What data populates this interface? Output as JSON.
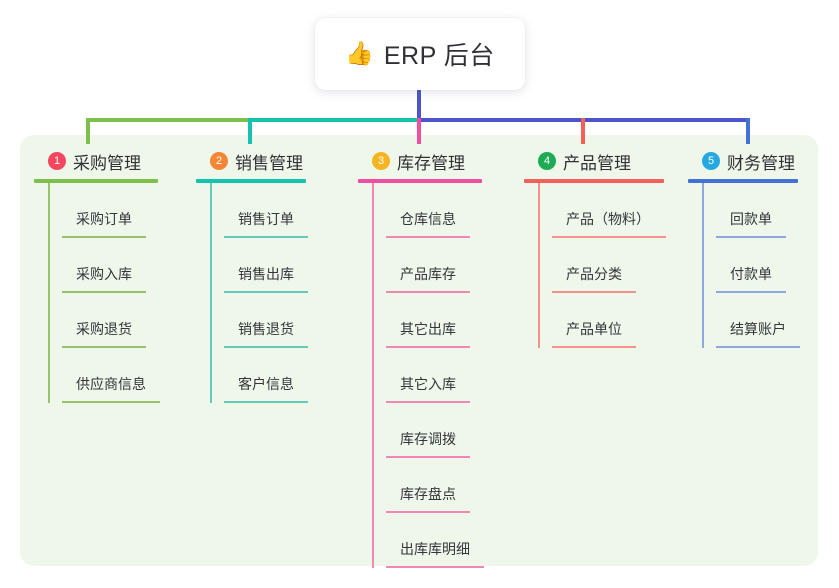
{
  "root": {
    "emoji": "👍",
    "emoji_name": "thumbs-up-icon",
    "title": "ERP 后台"
  },
  "colors": {
    "panel_background": "#eef7ea",
    "page_background": "#ffffff",
    "text": "#2f3136",
    "stem": "#4d56c8",
    "connector_green": "#7cbf4b",
    "connector_teal": "#14c3ad",
    "connector_indigo": "#4d56c8",
    "connector_pink": "#ee4fa0",
    "connector_red": "#f4605c",
    "connector_blue": "#4472d4"
  },
  "columns": [
    {
      "number": "1",
      "title": "采购管理",
      "badge_color": "#f4465f",
      "rule_color": "#7cbf4b",
      "leaf_color": "#9ac26e",
      "items": [
        {
          "label": "采购订单",
          "rule_width": 84
        },
        {
          "label": "采购入库",
          "rule_width": 84
        },
        {
          "label": "采购退货",
          "rule_width": 84
        },
        {
          "label": "供应商信息",
          "rule_width": 98
        }
      ]
    },
    {
      "number": "2",
      "title": "销售管理",
      "badge_color": "#f58634",
      "rule_color": "#14c3ad",
      "leaf_color": "#62c9bd",
      "items": [
        {
          "label": "销售订单",
          "rule_width": 84
        },
        {
          "label": "销售出库",
          "rule_width": 84
        },
        {
          "label": "销售退货",
          "rule_width": 84
        },
        {
          "label": "客户信息",
          "rule_width": 84
        }
      ]
    },
    {
      "number": "3",
      "title": "库存管理",
      "badge_color": "#f5b521",
      "rule_color": "#ee4fa0",
      "leaf_color": "#ef87b7",
      "items": [
        {
          "label": "仓库信息",
          "rule_width": 84
        },
        {
          "label": "产品库存",
          "rule_width": 84
        },
        {
          "label": "其它出库",
          "rule_width": 84
        },
        {
          "label": "其它入库",
          "rule_width": 84
        },
        {
          "label": "库存调拨",
          "rule_width": 84
        },
        {
          "label": "库存盘点",
          "rule_width": 84
        },
        {
          "label": "出库库明细",
          "rule_width": 98
        }
      ]
    },
    {
      "number": "4",
      "title": "产品管理",
      "badge_color": "#1fab54",
      "rule_color": "#f4605c",
      "leaf_color": "#f3918c",
      "items": [
        {
          "label": "产品（物料）",
          "rule_width": 114
        },
        {
          "label": "产品分类",
          "rule_width": 84
        },
        {
          "label": "产品单位",
          "rule_width": 84
        }
      ]
    },
    {
      "number": "5",
      "title": "财务管理",
      "badge_color": "#26a9e0",
      "rule_color": "#4472d4",
      "leaf_color": "#8ca8dd",
      "items": [
        {
          "label": "回款单",
          "rule_width": 70
        },
        {
          "label": "付款单",
          "rule_width": 70
        },
        {
          "label": "结算账户",
          "rule_width": 84
        }
      ]
    }
  ]
}
